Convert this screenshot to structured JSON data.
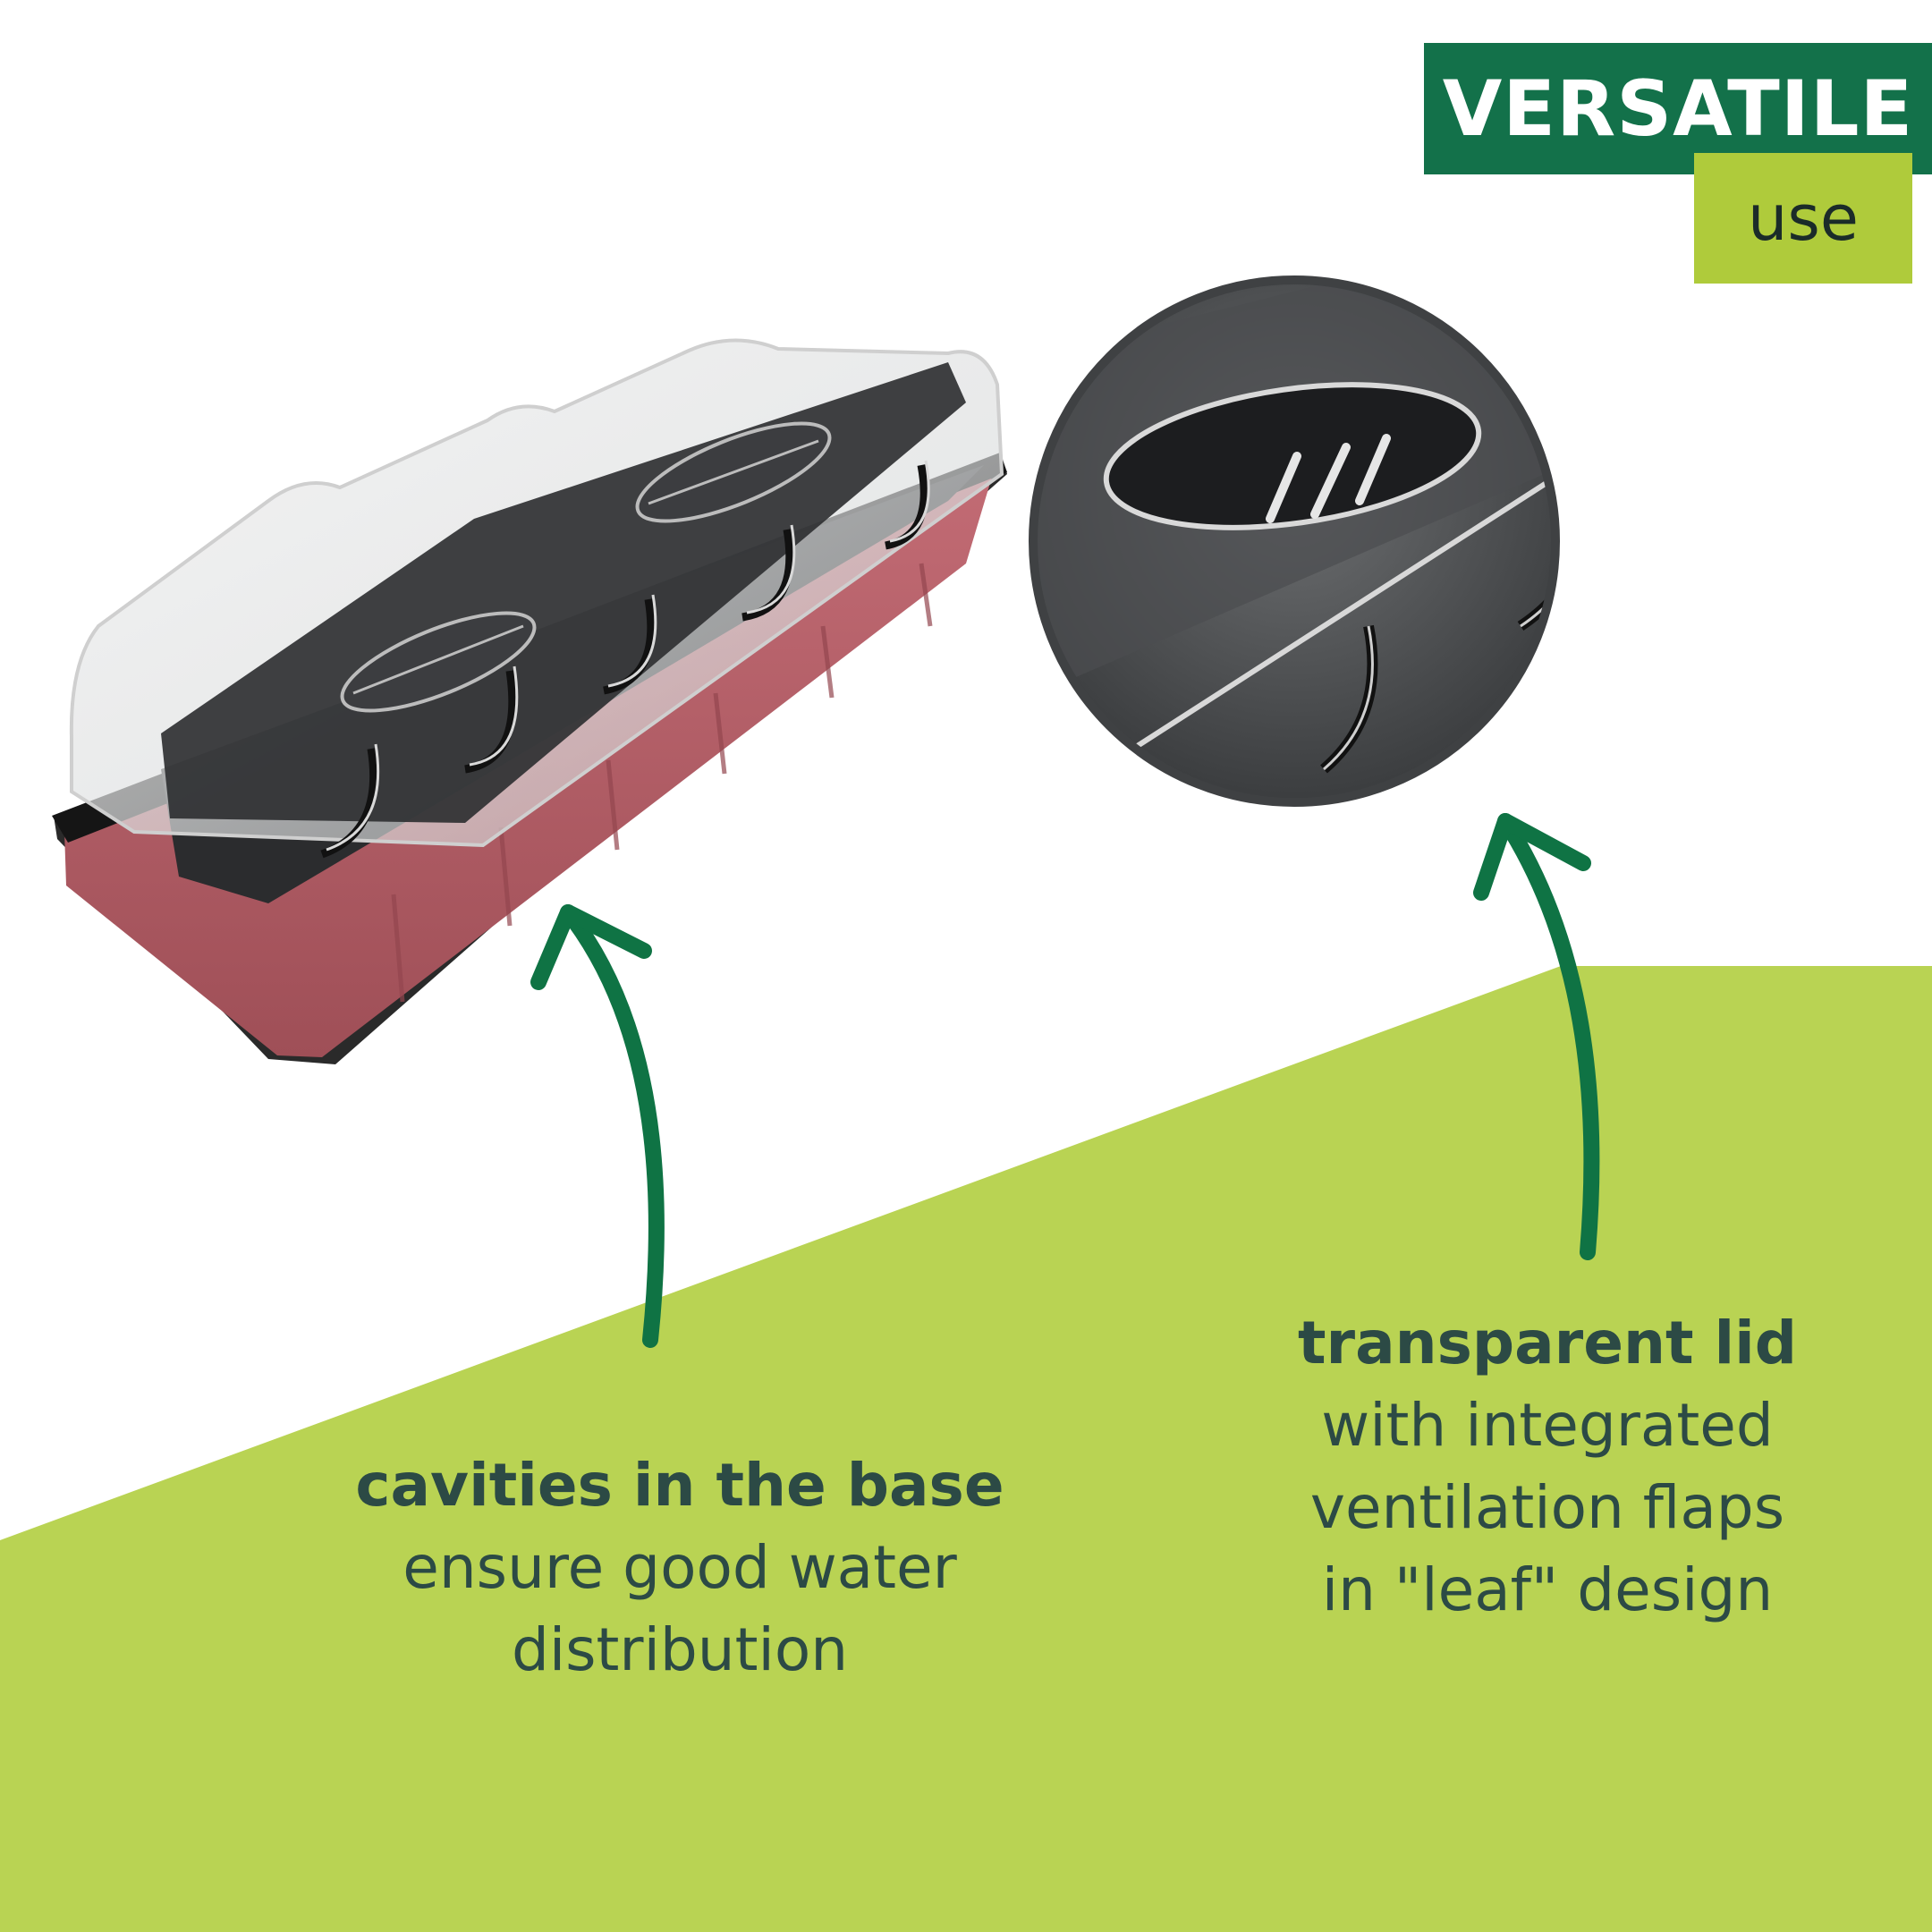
{
  "badge": {
    "title": "VERSATILE",
    "subtitle": "use"
  },
  "features": [
    {
      "heading": "cavities in the base",
      "lines": [
        "ensure good water",
        "distribution"
      ]
    },
    {
      "heading": "transparent lid",
      "lines": [
        "with integrated",
        "ventilation flaps",
        "in \"leaf\" design"
      ]
    }
  ],
  "colors": {
    "dark_green": "#13714a",
    "lime": "#b9d353",
    "arrow_green": "#0f7344",
    "text": "#2c4a45",
    "base_red": "#b6616a"
  },
  "icons": [
    "propagator-tray-photo",
    "lid-detail-zoom",
    "arrow-up-icon"
  ]
}
